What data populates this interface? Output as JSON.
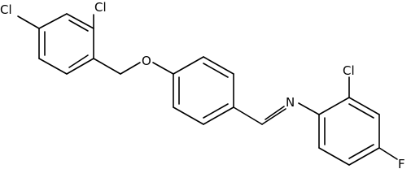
{
  "molecule": {
    "atoms": {
      "cl_top_left": "Cl",
      "cl_top_mid": "Cl",
      "oxygen": "O",
      "nitrogen": "N",
      "cl_right": "Cl",
      "fluorine": "F"
    }
  },
  "colors": {
    "bond": "#000000",
    "label": "#000000",
    "background": "#ffffff"
  }
}
